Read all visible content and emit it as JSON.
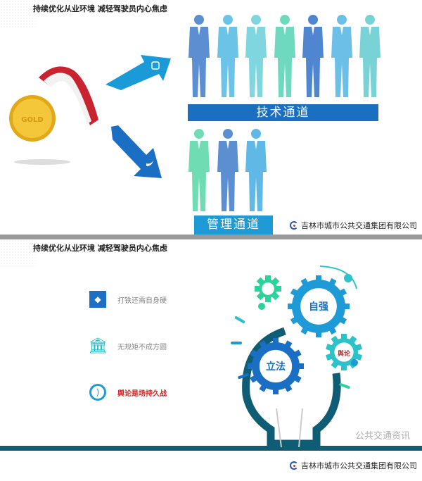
{
  "slide1": {
    "title": "持续优化从业环境 减轻驾驶员内心焦虑",
    "medal_text": "GOLD",
    "tech_channel": "技术通道",
    "mgmt_channel": "管理通道",
    "company": "吉林市城市公共交通集团有限公司",
    "tech_figure_colors": [
      "#5b8fd2",
      "#6cc3e8",
      "#7fd6df",
      "#6fd9c0",
      "#4f86cf",
      "#6cbfe6",
      "#79d3d6"
    ],
    "mgmt_figure_colors": [
      "#6fdcb4",
      "#5b8fd2",
      "#5fb8e6"
    ],
    "icons": [
      "instagram-icon",
      "twitter-icon"
    ]
  },
  "slide2": {
    "title": "持续优化从业环境 减轻驾驶员内心焦虑",
    "items": [
      {
        "label": "打铁还需自身硬",
        "icon": "diamond-icon",
        "color": "#1b6fc4"
      },
      {
        "label": "无规矩不成方圆",
        "icon": "bank-icon",
        "color": "#1fbfcc"
      },
      {
        "label": "舆论是场持久战",
        "icon": "rss-icon",
        "color": "#1e9bd7"
      }
    ],
    "gears": {
      "big": "自强",
      "mid": "立法",
      "small": "舆论"
    },
    "company": "吉林市城市公共交通集团有限公司",
    "watermark": "公共交通资讯"
  }
}
